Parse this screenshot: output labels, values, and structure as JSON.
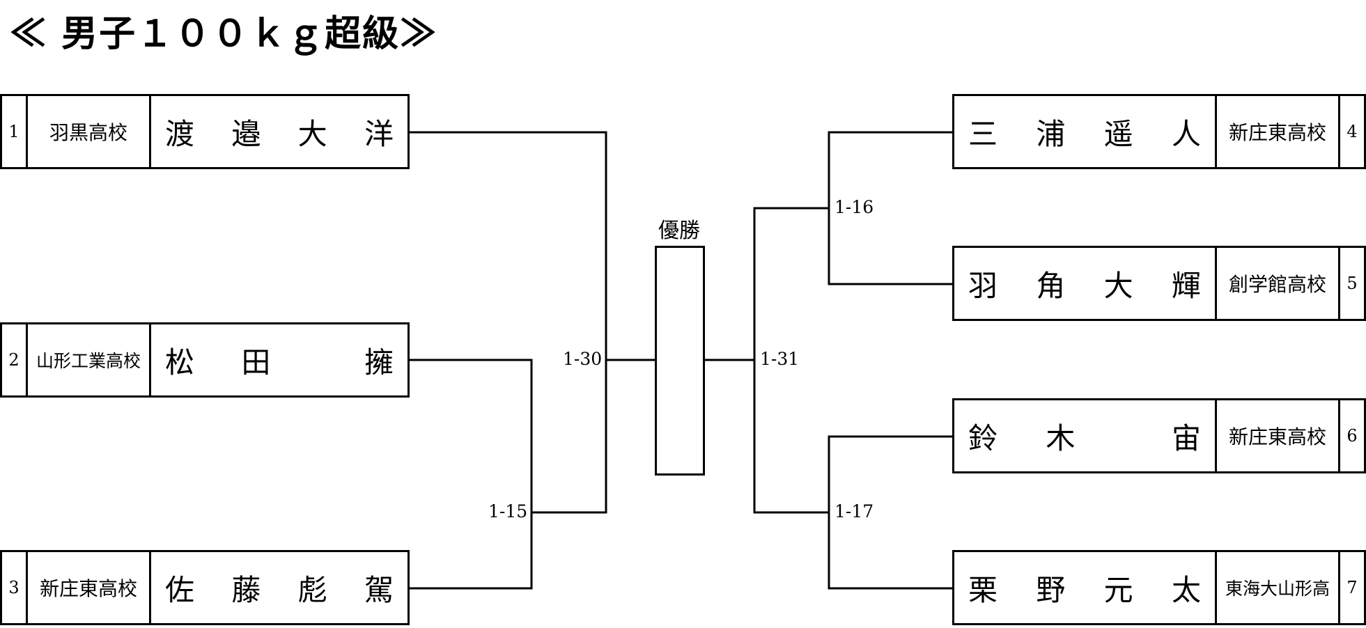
{
  "title": "≪ 男子１００ｋｇ超級≫",
  "champion_label": "優勝",
  "left_entries": [
    {
      "seed": "1",
      "school": "羽黒高校",
      "name": [
        "渡",
        "邉",
        "大",
        "洋"
      ]
    },
    {
      "seed": "2",
      "school": "山形工業高校",
      "name": [
        "松",
        "田",
        "",
        "擁"
      ]
    },
    {
      "seed": "3",
      "school": "新庄東高校",
      "name": [
        "佐",
        "藤",
        "彪",
        "駕"
      ]
    }
  ],
  "right_entries": [
    {
      "seed": "4",
      "school": "新庄東高校",
      "name": [
        "三",
        "浦",
        "遥",
        "人"
      ]
    },
    {
      "seed": "5",
      "school": "創学館高校",
      "name": [
        "羽",
        "角",
        "大",
        "輝"
      ]
    },
    {
      "seed": "6",
      "school": "新庄東高校",
      "name": [
        "鈴",
        "木",
        "",
        "宙"
      ]
    },
    {
      "seed": "7",
      "school": "東海大山形高",
      "name": [
        "栗",
        "野",
        "元",
        "太"
      ]
    }
  ],
  "match_labels": {
    "m1_15": "1-15",
    "m1_30": "1-30",
    "m1_16": "1-16",
    "m1_17": "1-17",
    "m1_31": "1-31"
  }
}
